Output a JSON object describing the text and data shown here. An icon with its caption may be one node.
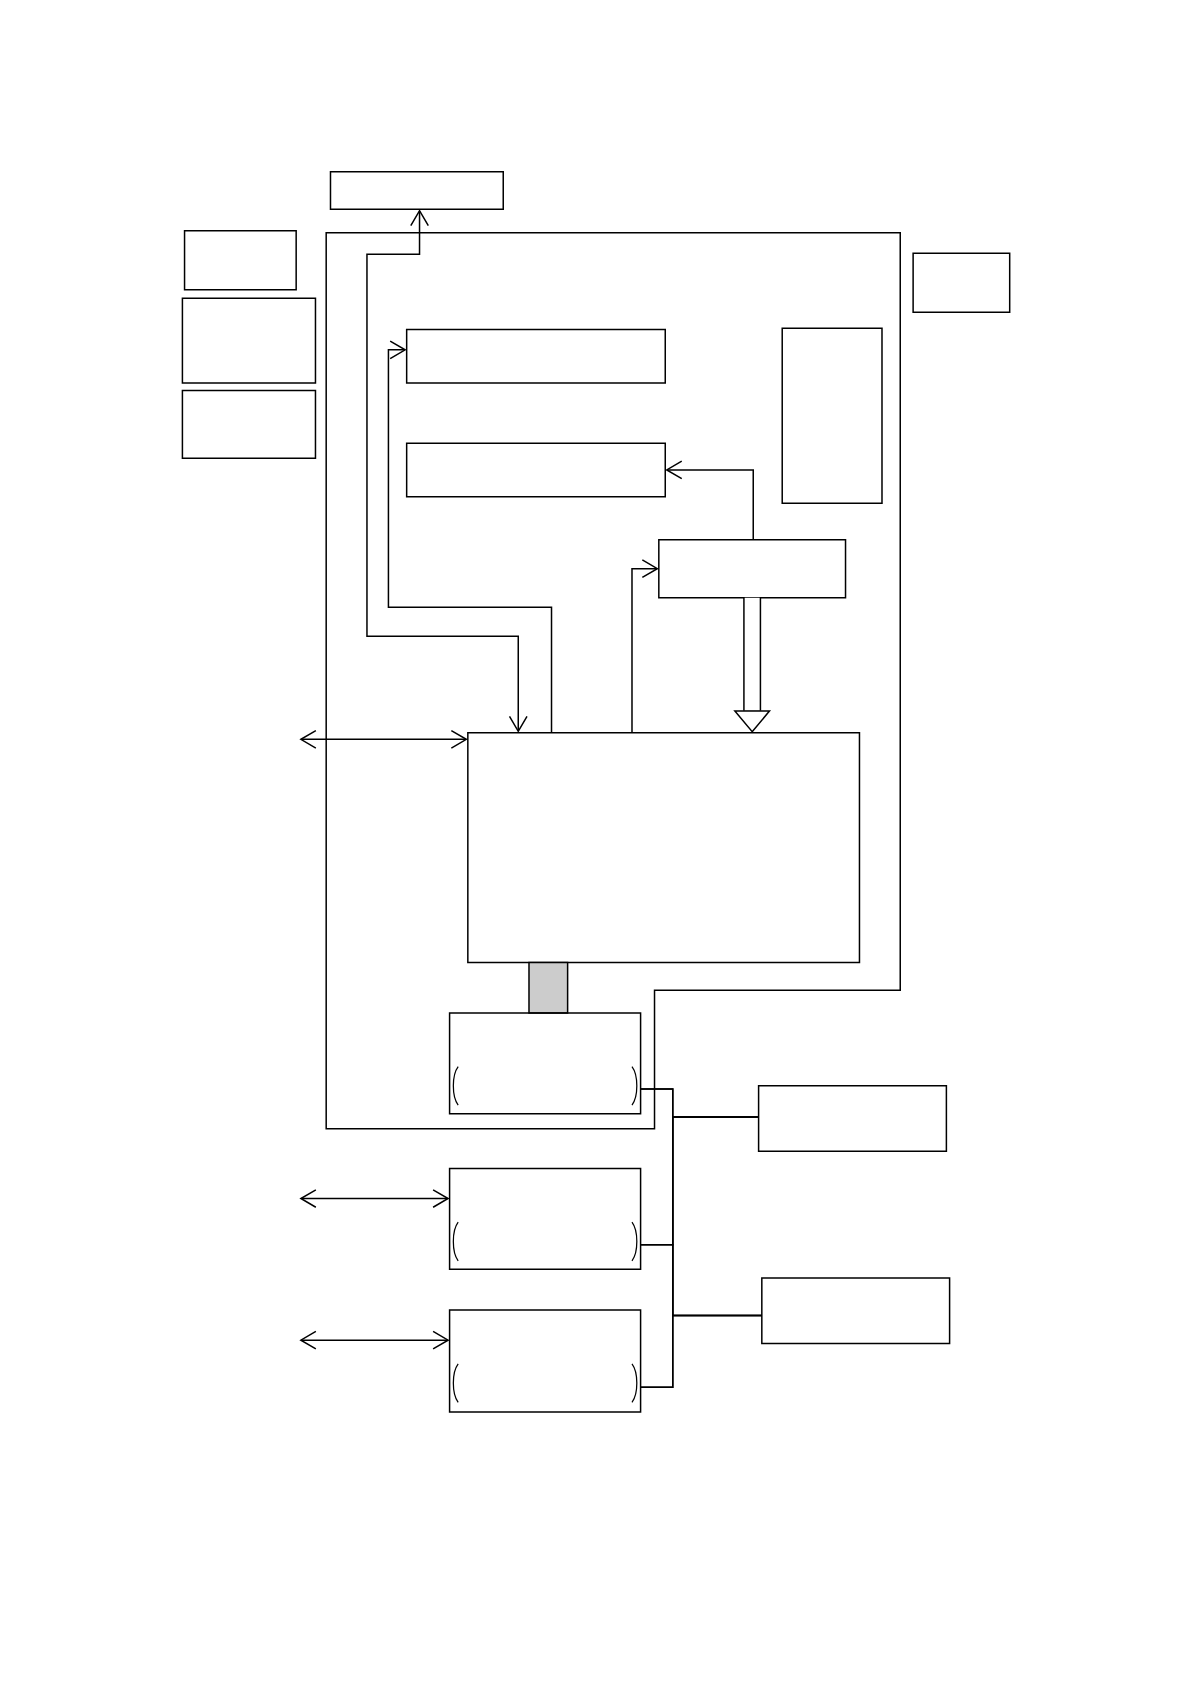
{
  "diagram": {
    "nodes": [
      {
        "text": [],
        "shape": "box"
      },
      {
        "text": [],
        "shape": "box"
      },
      {
        "text": [],
        "shape": "box"
      },
      {
        "text": [],
        "shape": "box"
      },
      {
        "text": [],
        "shape": "box"
      },
      {
        "text": [],
        "shape": "box"
      },
      {
        "text": [],
        "shape": "box",
        "in": 4
      },
      {
        "text": [],
        "shape": "box",
        "in": 4
      },
      {
        "text": [],
        "shape": "box",
        "in": 4
      },
      {
        "text": [],
        "shape": "box",
        "in": 4
      },
      {
        "text": [],
        "shape": "box",
        "in": 4
      },
      {
        "text": [],
        "shape": "bar",
        "in": 4
      },
      {
        "text": [],
        "shape": "box",
        "in": 4
      },
      {
        "text": [],
        "shape": "box"
      },
      {
        "text": [],
        "shape": "box"
      },
      {
        "text": [],
        "shape": "box"
      },
      {
        "text": [],
        "shape": "box"
      }
    ],
    "edges": [
      {
        "from": 0,
        "to": 10,
        "arrow": "both"
      },
      {
        "from": 10,
        "to": 6,
        "arrow": "to"
      },
      {
        "from": 10,
        "to": 9,
        "arrow": "to"
      },
      {
        "from": 9,
        "to": 7,
        "arrow": "to"
      },
      {
        "from": 9,
        "to": 10,
        "arrow": "to",
        "style": "thick"
      },
      {
        "from": null,
        "to": 10,
        "arrow": "both"
      },
      {
        "from": null,
        "to": 14,
        "arrow": "both"
      },
      {
        "from": null,
        "to": 16,
        "arrow": "both"
      },
      {
        "from": 12,
        "to": 13,
        "arrow": "none"
      },
      {
        "from": 12,
        "to": 15,
        "arrow": "none"
      },
      {
        "from": 14,
        "to": 13,
        "arrow": "none"
      },
      {
        "from": 14,
        "to": 15,
        "arrow": "none"
      },
      {
        "from": 16,
        "to": 13,
        "arrow": "none"
      },
      {
        "from": 16,
        "to": 15,
        "arrow": "none"
      }
    ]
  }
}
